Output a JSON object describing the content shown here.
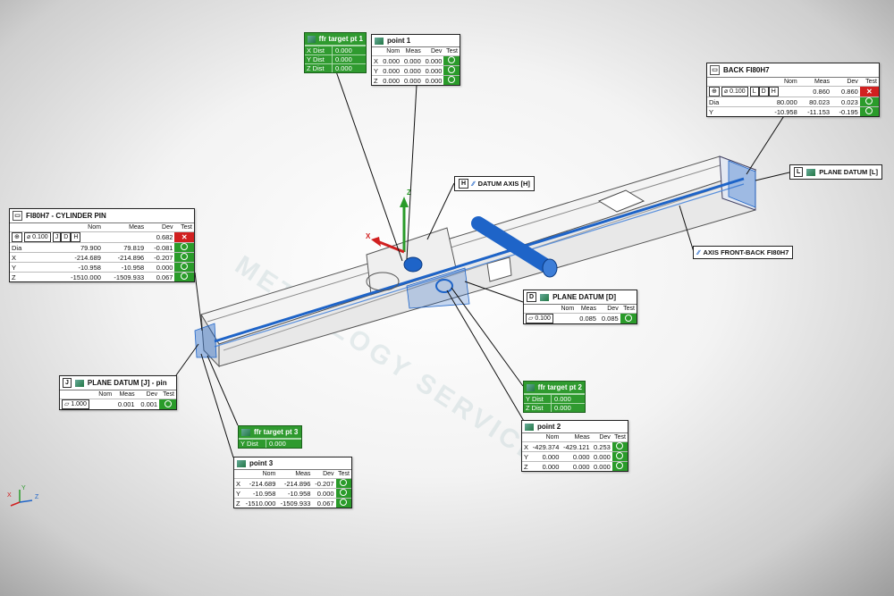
{
  "watermark": {
    "line1": "METROLOGY SERVICES"
  },
  "triad": {
    "x": "X",
    "y": "Y",
    "z": "Z"
  },
  "scene_axes": {
    "x": "X",
    "z": "Z"
  },
  "fixture": {
    "title": "FI80H7 - CYLINDER PIN",
    "fcf": {
      "tol": "0.100",
      "refs": [
        "J",
        "D",
        "H"
      ],
      "dev": "0.682"
    },
    "headers": [
      "",
      "Nom",
      "Meas",
      "Dev",
      "Test"
    ],
    "rows": [
      {
        "label": "Dia",
        "nom": "79.900",
        "meas": "79.819",
        "dev": "-0.081",
        "test": "pass"
      },
      {
        "label": "X",
        "nom": "-214.689",
        "meas": "-214.896",
        "dev": "-0.207",
        "test": "pass"
      },
      {
        "label": "Y",
        "nom": "-10.958",
        "meas": "-10.958",
        "dev": "0.000",
        "test": "pass"
      },
      {
        "label": "Z",
        "nom": "-1510.000",
        "meas": "-1509.933",
        "dev": "0.067",
        "test": "pass"
      }
    ]
  },
  "back": {
    "title": "BACK FI80H7",
    "fcf": {
      "tol": "0.100",
      "refs": [
        "L",
        "D",
        "H"
      ],
      "meas": "0.860",
      "dev": "0.860"
    },
    "headers": [
      "",
      "Nom",
      "Meas",
      "Dev",
      "Test"
    ],
    "rows": [
      {
        "label": "Dia",
        "nom": "80.000",
        "meas": "80.023",
        "dev": "0.023",
        "test": "pass"
      },
      {
        "label": "Y",
        "nom": "-10.958",
        "meas": "-11.153",
        "dev": "-0.195",
        "test": "pass"
      }
    ]
  },
  "point1": {
    "title": "point 1",
    "headers": [
      "",
      "Nom",
      "Meas",
      "Dev",
      "Test"
    ],
    "rows": [
      {
        "label": "X",
        "nom": "0.000",
        "meas": "0.000",
        "dev": "0.000"
      },
      {
        "label": "Y",
        "nom": "0.000",
        "meas": "0.000",
        "dev": "0.000"
      },
      {
        "label": "Z",
        "nom": "0.000",
        "meas": "0.000",
        "dev": "0.000"
      }
    ]
  },
  "point2": {
    "title": "point 2",
    "headers": [
      "",
      "Nom",
      "Meas",
      "Dev",
      "Test"
    ],
    "rows": [
      {
        "label": "X",
        "nom": "-429.374",
        "meas": "-429.121",
        "dev": "0.253"
      },
      {
        "label": "Y",
        "nom": "0.000",
        "meas": "0.000",
        "dev": "0.000"
      },
      {
        "label": "Z",
        "nom": "0.000",
        "meas": "0.000",
        "dev": "0.000"
      }
    ]
  },
  "point3": {
    "title": "point 3",
    "headers": [
      "",
      "Nom",
      "Meas",
      "Dev",
      "Test"
    ],
    "rows": [
      {
        "label": "X",
        "nom": "-214.689",
        "meas": "-214.896",
        "dev": "-0.207"
      },
      {
        "label": "Y",
        "nom": "-10.958",
        "meas": "-10.958",
        "dev": "0.000"
      },
      {
        "label": "Z",
        "nom": "-1510.000",
        "meas": "-1509.933",
        "dev": "0.067"
      }
    ]
  },
  "target1": {
    "title": "ffr target pt 1",
    "rows": [
      {
        "label": "X Dist",
        "value": "0.000"
      },
      {
        "label": "Y Dist",
        "value": "0.000"
      },
      {
        "label": "Z Dist",
        "value": "0.000"
      }
    ]
  },
  "target2": {
    "title": "ffr target pt 2",
    "rows": [
      {
        "label": "Y Dist",
        "value": "0.000"
      },
      {
        "label": "Z Dist",
        "value": "0.000"
      }
    ]
  },
  "target3": {
    "title": "ffr target pt 3",
    "rows": [
      {
        "label": "Y Dist",
        "value": "0.000"
      }
    ]
  },
  "datumH": {
    "letter": "H",
    "label": "DATUM AXIS [H]"
  },
  "datumL": {
    "letter": "L",
    "label": "PLANE DATUM [L]"
  },
  "axisFB": {
    "label": "AXIS FRONT-BACK FI80H7"
  },
  "datumD": {
    "letter": "D",
    "label": "PLANE DATUM [D]",
    "tol": "0.100",
    "headers": [
      "Nom",
      "Meas",
      "Dev",
      "Test"
    ],
    "meas": "0.085",
    "dev": "0.085"
  },
  "datumJ": {
    "letter": "J",
    "label": "PLANE DATUM [J] - pin",
    "tol": "1.000",
    "headers": [
      "Nom",
      "Meas",
      "Dev",
      "Test"
    ],
    "meas": "0.001",
    "dev": "0.001"
  },
  "colors": {
    "pass": "#2a9b2a",
    "fail": "#d12020",
    "target": "#2f9a2f",
    "part_blue": "#1e64c8"
  }
}
